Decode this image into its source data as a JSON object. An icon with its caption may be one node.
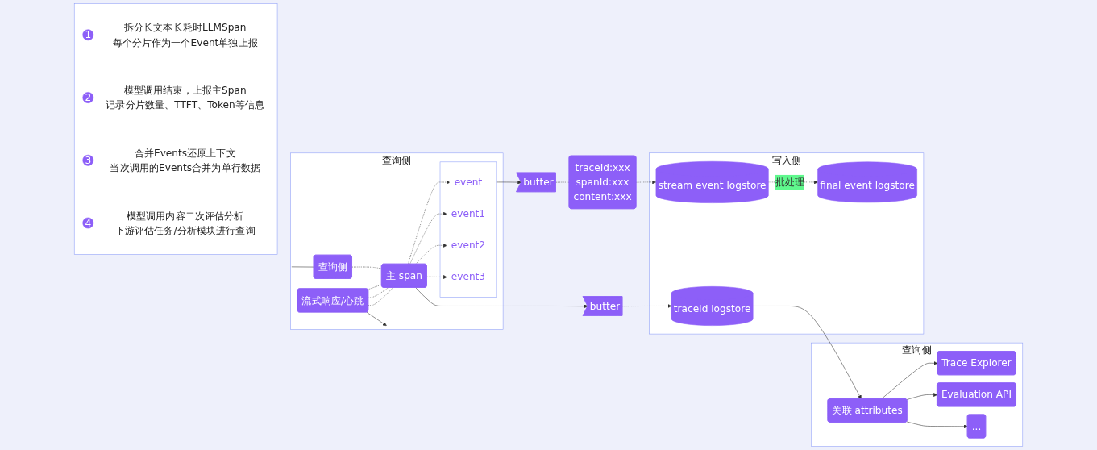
{
  "diagram": {
    "nodes": [
      {
        "text": [],
        "shape": "box"
      },
      {
        "text": [
          "1"
        ],
        "in": 0,
        "beside": [
          "拆分长文本长耗时LLMSpan",
          "每个分片作为一个Event单独上报"
        ]
      },
      {
        "text": [
          "2"
        ],
        "in": 0,
        "beside": [
          "模型调用结束，上报主Span",
          "记录分片数量、TTFT、Token等信息"
        ]
      },
      {
        "text": [
          "3"
        ],
        "in": 0,
        "beside": [
          "合并Events还原上下文",
          "当次调用的Events合并为单行数据"
        ]
      },
      {
        "text": [
          "4"
        ],
        "in": 0,
        "beside": [
          "模型调用内容二次评估分析",
          "下游评估任务/分析模块进行查询"
        ]
      },
      {
        "text": [
          "查询侧"
        ]
      },
      {
        "text": [
          "Trace Explorer"
        ],
        "in": 5
      },
      {
        "text": [
          "Evaluation API"
        ],
        "in": 5
      },
      {
        "text": [
          "..."
        ],
        "in": 5
      },
      {
        "text": [
          "关联 attributes"
        ],
        "in": 5
      },
      {
        "text": [
          "查询侧"
        ]
      },
      {
        "text": [
          "查询侧"
        ],
        "in": 10
      },
      {
        "text": [
          "流式响应/心跳"
        ],
        "in": 10
      },
      {
        "text": [
          "主 span"
        ],
        "in": 10
      },
      {
        "text": [],
        "shape": "box",
        "in": 10
      },
      {
        "text": [
          "event"
        ],
        "in": 14
      },
      {
        "text": [
          "event1"
        ],
        "in": 14
      },
      {
        "text": [
          "event2"
        ],
        "in": 14
      },
      {
        "text": [
          "event3"
        ],
        "in": 14
      },
      {
        "text": [
          "butter"
        ]
      },
      {
        "text": [
          "butter"
        ]
      },
      {
        "text": [
          "写入侧"
        ]
      },
      {
        "text": [
          "traceId logstore"
        ],
        "in": 21
      },
      {
        "text": [
          "stream event logstore"
        ],
        "in": 21
      },
      {
        "text": [
          "final event logstore"
        ],
        "in": 21
      },
      {
        "text": [
          "traceId:xxx",
          "spanId:xxx",
          "content:xxx"
        ]
      }
    ],
    "edges": [
      {
        "from": 9,
        "to": 6,
        "arrow": "to"
      },
      {
        "from": 9,
        "to": 7,
        "arrow": "to"
      },
      {
        "from": 9,
        "to": 8,
        "arrow": "to"
      },
      {
        "from": 22,
        "to": 9,
        "arrow": "to"
      },
      {
        "from": null,
        "to": 11,
        "arrow": "none"
      },
      {
        "from": 12,
        "to": null,
        "arrow": "to"
      },
      {
        "from": 11,
        "to": 13,
        "arrow": "none",
        "style": "dashed"
      },
      {
        "from": 12,
        "to": 13,
        "arrow": "none",
        "style": "dashed"
      },
      {
        "from": 12,
        "to": 13,
        "arrow": "none",
        "style": "dashed"
      },
      {
        "from": 12,
        "to": 13,
        "arrow": "none",
        "style": "dashed"
      },
      {
        "from": 13,
        "to": 15,
        "arrow": "to",
        "style": "dashed"
      },
      {
        "from": 13,
        "to": 16,
        "arrow": "to",
        "style": "dashed"
      },
      {
        "from": 13,
        "to": 17,
        "arrow": "to",
        "style": "dashed"
      },
      {
        "from": 13,
        "to": 18,
        "arrow": "to",
        "style": "dashed"
      },
      {
        "from": 13,
        "to": 19,
        "arrow": "to"
      },
      {
        "from": 14,
        "to": 20,
        "arrow": "to"
      },
      {
        "from": 19,
        "to": 22,
        "arrow": "to",
        "style": "dashed"
      },
      {
        "from": 20,
        "to": 25,
        "arrow": "none",
        "style": "dashed"
      },
      {
        "from": 25,
        "to": 23,
        "arrow": "to",
        "style": "dashed"
      },
      {
        "from": 23,
        "to": 24,
        "arrow": "to",
        "style": "dashed",
        "label": "批处理"
      }
    ]
  }
}
